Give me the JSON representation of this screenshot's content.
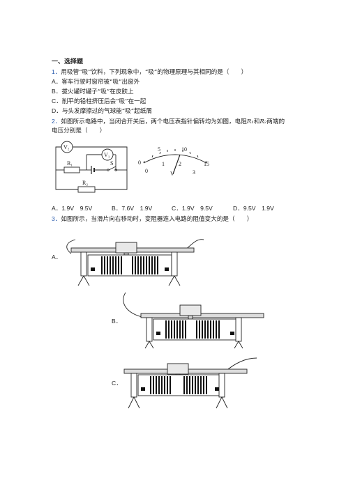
{
  "section_title": "一、选择题",
  "q1": {
    "num": "1．",
    "stem": "用吸管“吸”饮料，下列现象中，“吸”的物理原理与其相同的是（　　）",
    "options": [
      {
        "letter": "A．",
        "text": "客车行驶时窗帘被“吸”出窗外"
      },
      {
        "letter": "B．",
        "text": "拔火罐时罐子“吸”在皮肤上"
      },
      {
        "letter": "C．",
        "text": "削平的铅柱挤压后会“吸”在一起"
      },
      {
        "letter": "D．",
        "text": "与头发摩擦过的气球能“吸”起纸屑"
      }
    ]
  },
  "q2": {
    "num": "2．",
    "stem_line1": "如图所示电路中，当闭合开关后，两个电压表指针偏转均为如图，电阻",
    "r1": "R₁",
    "and": "和",
    "r2": "R₂",
    "stem_tail": "两端的",
    "stem_line2": "电压分别是（　　）",
    "circuit_labels": {
      "v2": "V₂",
      "v1": "V₁",
      "r1": "R₁",
      "r2": "R₂",
      "s": "S"
    },
    "meter_labels": {
      "outer": [
        "0",
        "5",
        "10",
        "15"
      ],
      "inner": [
        "0",
        "1",
        "2",
        "3"
      ],
      "unit": "V"
    },
    "options": [
      {
        "letter": "A．",
        "text": "1.9V　9.5V"
      },
      {
        "letter": "B．",
        "text": "7.6V　1.9V"
      },
      {
        "letter": "C．",
        "text": "1.9V　9.5V"
      },
      {
        "letter": "D．",
        "text": "9.5V　1.9V"
      }
    ]
  },
  "q3": {
    "num": "3．",
    "stem": "如图所示，当滑片向右移动时，变阻器连入电路的阻值变大的是（　　）",
    "options": [
      {
        "letter": "A．"
      },
      {
        "letter": "B．"
      },
      {
        "letter": "C．"
      }
    ]
  }
}
